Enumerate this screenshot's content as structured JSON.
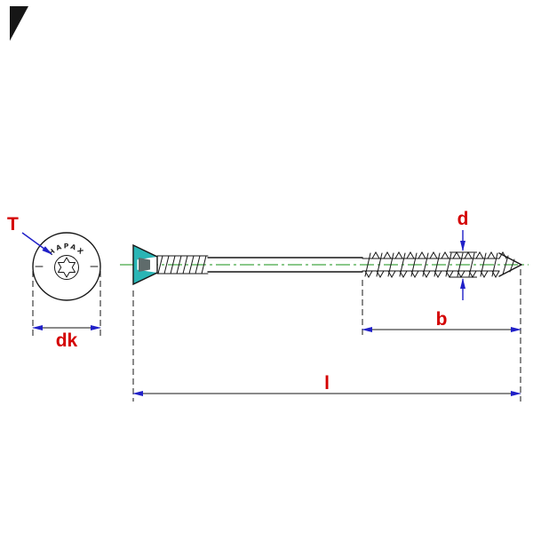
{
  "drawing": {
    "brand_text": "HAPAX",
    "labels": {
      "torx": "T",
      "head_diameter": "dk",
      "thread_diameter": "d",
      "thread_length": "b",
      "total_length": "l"
    },
    "colors": {
      "label_red": "#d40000",
      "arrow_blue": "#2020c8",
      "centerline_green": "#159015",
      "outline_black": "#161616",
      "head_teal": "#2ab5b5",
      "recess_gray": "#5f6b6b"
    }
  }
}
